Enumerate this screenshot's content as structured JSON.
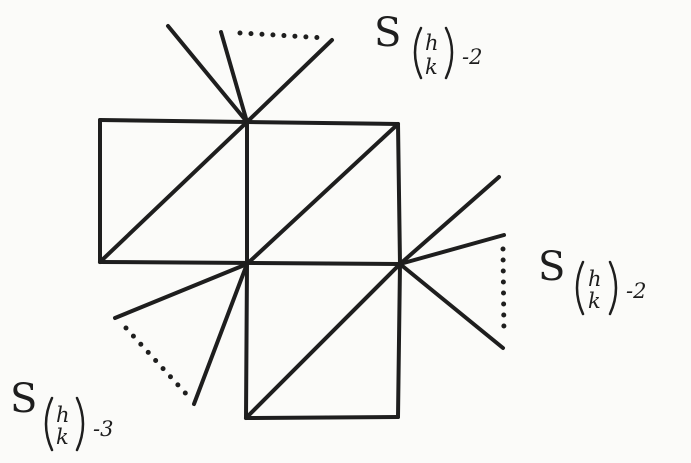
{
  "labels": {
    "top_right": {
      "symbol": "S",
      "binom_top": "h",
      "binom_bottom": "k",
      "offset": "-2"
    },
    "mid_right": {
      "symbol": "S",
      "binom_top": "h",
      "binom_bottom": "k",
      "offset": "-2"
    },
    "bottom_left": {
      "symbol": "S",
      "binom_top": "h",
      "binom_bottom": "k",
      "offset": "-3"
    }
  }
}
